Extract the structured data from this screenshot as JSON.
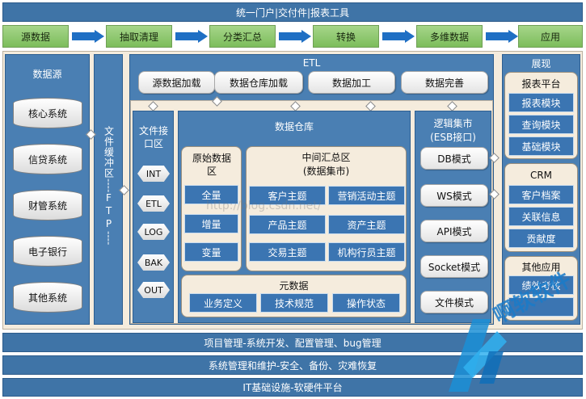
{
  "top_banner": "统一门户|交付件|报表工具",
  "pipeline": [
    "源数据",
    "抽取清理",
    "分类汇总",
    "转换",
    "多维数据",
    "应用"
  ],
  "sources": {
    "title": "数据源",
    "items": [
      "核心系统",
      "信贷系统",
      "财管系统",
      "电子银行",
      "其他系统"
    ]
  },
  "buffer": {
    "title": "文件缓冲区",
    "dash": "----",
    "ftp": "FTP",
    "dash2": "----"
  },
  "etl": {
    "title": "ETL",
    "steps": [
      "源数据加载",
      "数据仓库加载",
      "数据加工",
      "数据完善"
    ]
  },
  "file_interface": {
    "title": "文件接口区",
    "items": [
      "INT",
      "ETL",
      "LOG",
      "BAK",
      "OUT"
    ]
  },
  "warehouse": {
    "title": "数据仓库",
    "raw": {
      "title": "原始数据区",
      "items": [
        "全量",
        "增量",
        "变量"
      ]
    },
    "mid": {
      "title": "中间汇总区",
      "subtitle": "(数据集市)",
      "items": [
        "客户主题",
        "营销活动主题",
        "产品主题",
        "资产主题",
        "交易主题",
        "机构行员主题"
      ]
    },
    "meta": {
      "title": "元数据",
      "items": [
        "业务定义",
        "技术规范",
        "操作状态"
      ]
    }
  },
  "logic_mart": {
    "title": "逻辑集市",
    "subtitle": "(ESB接口)",
    "items": [
      "DB模式",
      "WS模式",
      "API模式",
      "Socket模式",
      "文件模式"
    ]
  },
  "display": {
    "title": "展现",
    "report": {
      "title": "报表平台",
      "items": [
        "报表模块",
        "查询模块",
        "基础模块"
      ]
    },
    "crm": {
      "title": "CRM",
      "items": [
        "客户档案",
        "关联信息",
        "贡献度"
      ]
    },
    "other": {
      "title": "其他应用",
      "items": [
        "绩效考核"
      ]
    }
  },
  "bottom_bars": [
    "项目管理-系统开发、配置管理、bug管理",
    "系统管理和维护-安全、备份、灾难恢复",
    "IT基础设施-软硬件平台"
  ],
  "watermark": "http://blog.csdn.net/",
  "logo_text": "啊软软件"
}
